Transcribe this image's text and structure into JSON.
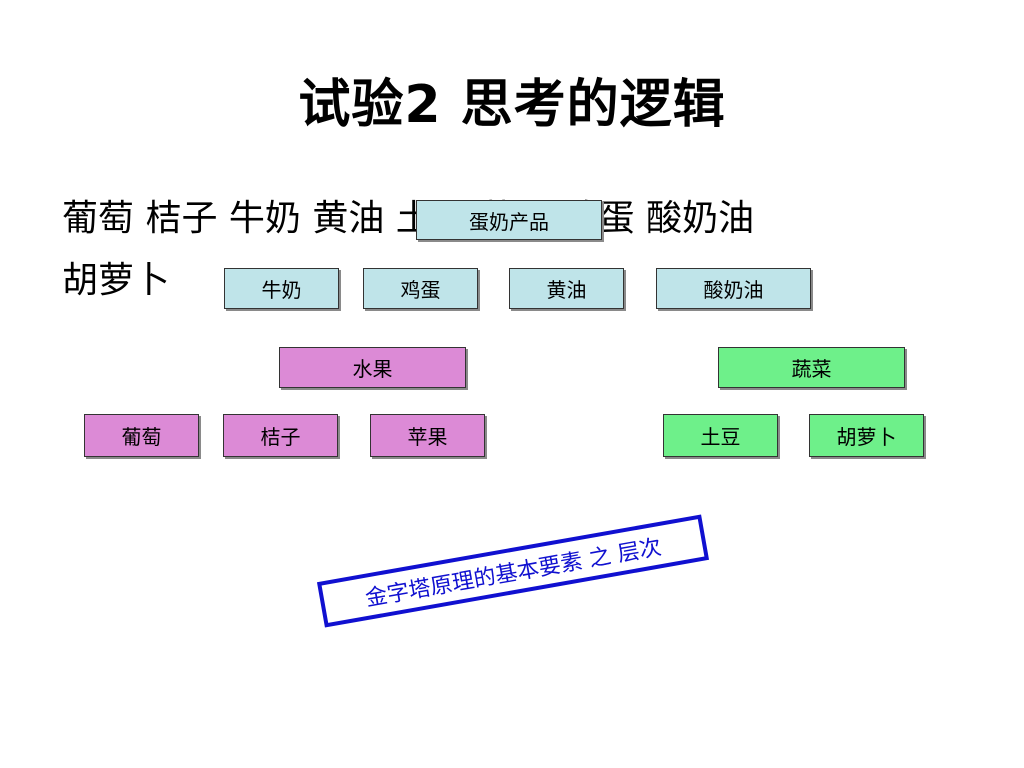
{
  "title": "试验2  思考的逻辑",
  "word_list": {
    "line1": "葡萄 桔子 牛奶 黄油 土豆 苹果 鸡蛋 酸奶油",
    "line2": "胡萝卜"
  },
  "diagram": {
    "dairy": {
      "parent": "蛋奶产品",
      "children": [
        "牛奶",
        "鸡蛋",
        "黄油",
        "酸奶油"
      ]
    },
    "fruit": {
      "parent": "水果",
      "children": [
        "葡萄",
        "桔子",
        "苹果"
      ]
    },
    "vegetable": {
      "parent": "蔬菜",
      "children": [
        "土豆",
        "胡萝卜"
      ]
    }
  },
  "caption": "金字塔原理的基本要素  之  层次",
  "colors": {
    "dairy": "#bfe4e9",
    "fruit": "#dc8ad6",
    "vegetable": "#6ef08a",
    "caption": "#1010d0"
  }
}
